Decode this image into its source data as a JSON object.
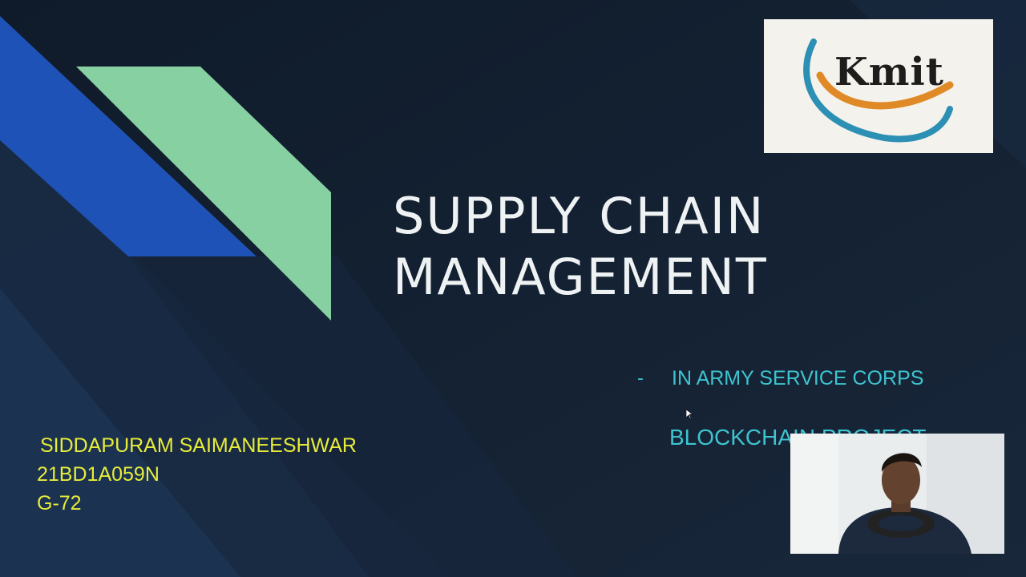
{
  "slide": {
    "title_line1": "SUPPLY CHAIN",
    "title_line2": "MANAGEMENT",
    "subtitle_bullet": "-",
    "subtitle": "IN ARMY SERVICE CORPS",
    "project": "BLOCKCHAIN PROJECT",
    "author": {
      "name": "SIDDAPURAM SAIMANEESHWAR",
      "roll": "21BD1A059N",
      "group": "G-72"
    },
    "logo_text": "Kmit"
  },
  "colors": {
    "background": "#152233",
    "blue_band": "#1e50b4",
    "green_band": "#86cfa0",
    "title": "#eef2f3",
    "subtitle": "#3ec4d0",
    "author": "#e7ec3a"
  }
}
